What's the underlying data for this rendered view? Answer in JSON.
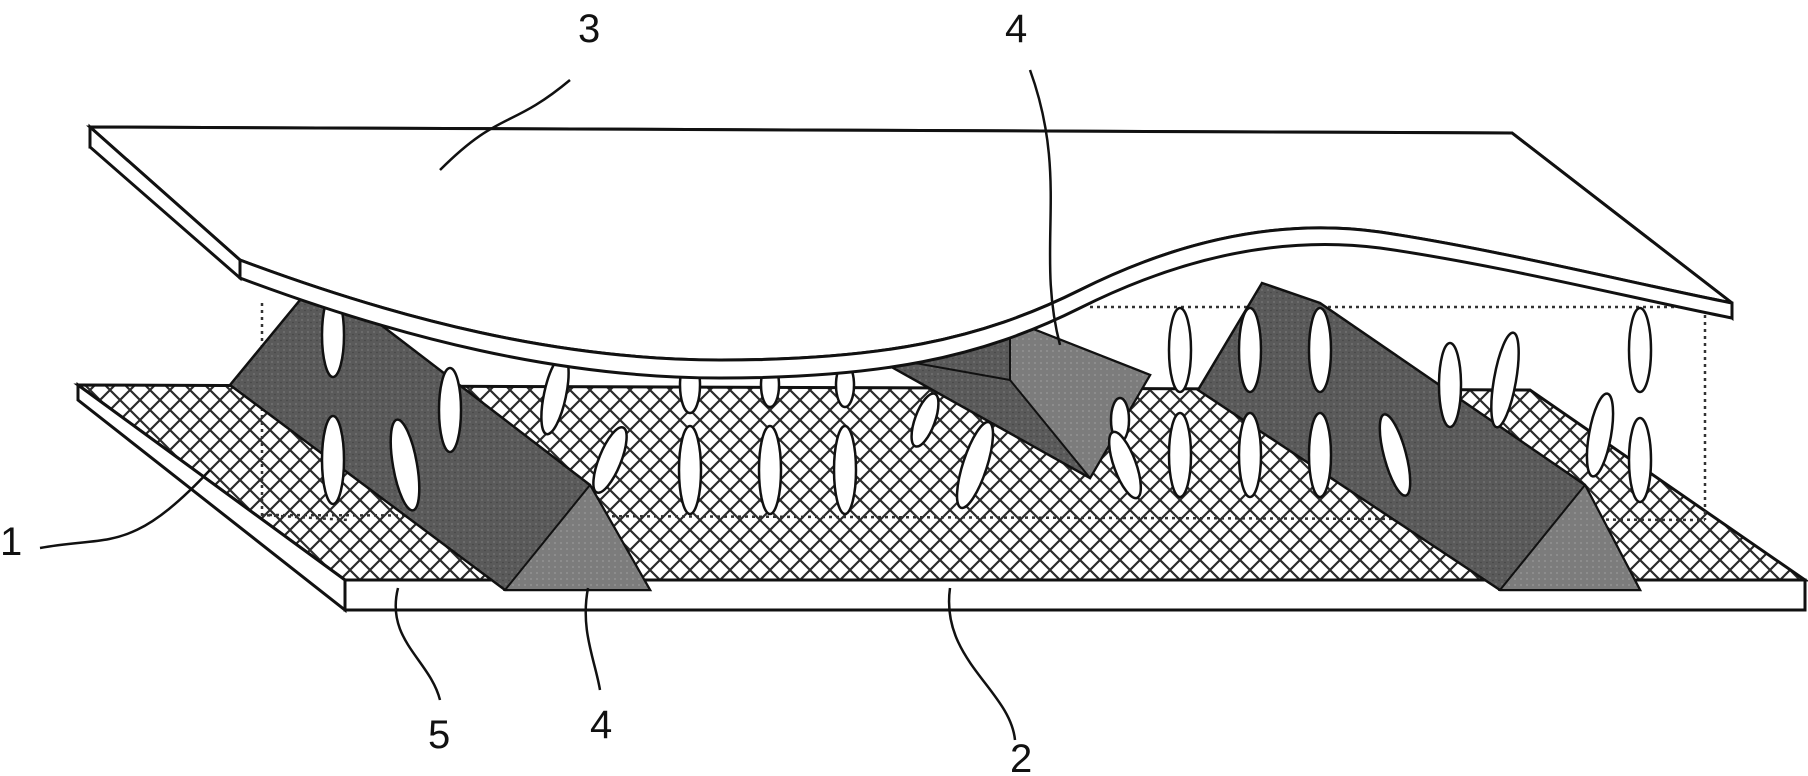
{
  "labels": {
    "n3": "3",
    "n4_top": "4",
    "n1": "1",
    "n5": "5",
    "n4_bottom": "4",
    "n2": "2"
  },
  "colors": {
    "line": "#111111",
    "spacer_fill": "#5a5a5a",
    "spacer_light": "#7c7c7c",
    "mesh": "#2a2a2a",
    "panel": "#ffffff"
  }
}
